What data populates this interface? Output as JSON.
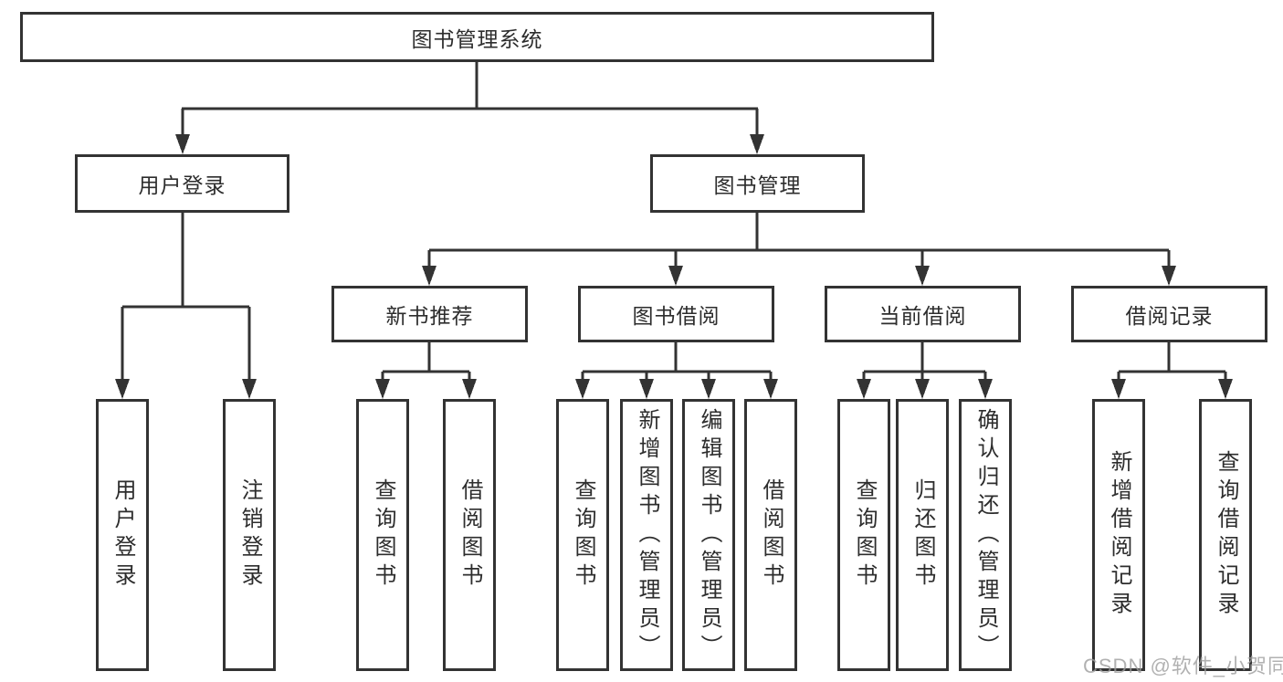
{
  "diagram": {
    "root": {
      "label": "图书管理系统"
    },
    "level2": [
      {
        "label": "用户登录"
      },
      {
        "label": "图书管理"
      }
    ],
    "level3": [
      {
        "label": "新书推荐"
      },
      {
        "label": "图书借阅"
      },
      {
        "label": "当前借阅"
      },
      {
        "label": "借阅记录"
      }
    ],
    "leaves": {
      "user_login": [
        "用户登录",
        "注销登录"
      ],
      "new_books": [
        "查询图书",
        "借阅图书"
      ],
      "book_borrowing": [
        "查询图书",
        "新增图书（管理员）",
        "编辑图书（管理员）",
        "借阅图书"
      ],
      "current_borrowing": [
        "查询图书",
        "归还图书",
        "确认归还（管理员）"
      ],
      "borrow_records": [
        "新增借阅记录",
        "查询借阅记录"
      ]
    }
  },
  "colors": {
    "line": "#333333",
    "text": "#2d2d2d",
    "watermark": "#9e9e9e"
  },
  "watermark": "CSDN @软件_小贺同学"
}
